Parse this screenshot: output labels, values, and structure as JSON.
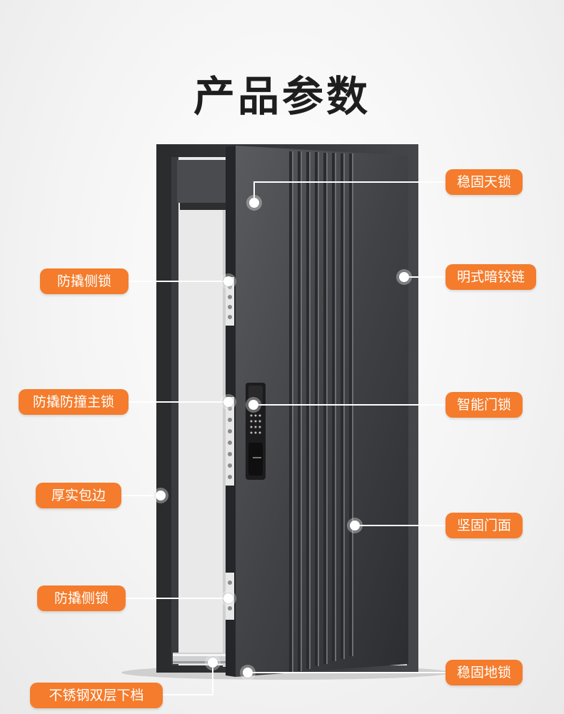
{
  "page": {
    "title": "产品参数"
  },
  "labels": {
    "top_lock": "稳固天锁",
    "hinge": "明式暗铰链",
    "smart_lock": "智能门锁",
    "door_panel": "坚固门面",
    "ground_lock": "稳固地锁",
    "side_lock_upper": "防撬侧锁",
    "main_lock": "防撬防撞主锁",
    "edge_wrap": "厚实包边",
    "side_lock_lower": "防撬侧锁",
    "bottom_rail": "不锈钢双层下档"
  },
  "colors": {
    "badge": "#f47c2c",
    "door_dark": "#3b3c3f",
    "frame": "#2f3032",
    "background": "#f3f3f3"
  },
  "icons": {
    "lock_keypad": "smart-lock-icon"
  }
}
